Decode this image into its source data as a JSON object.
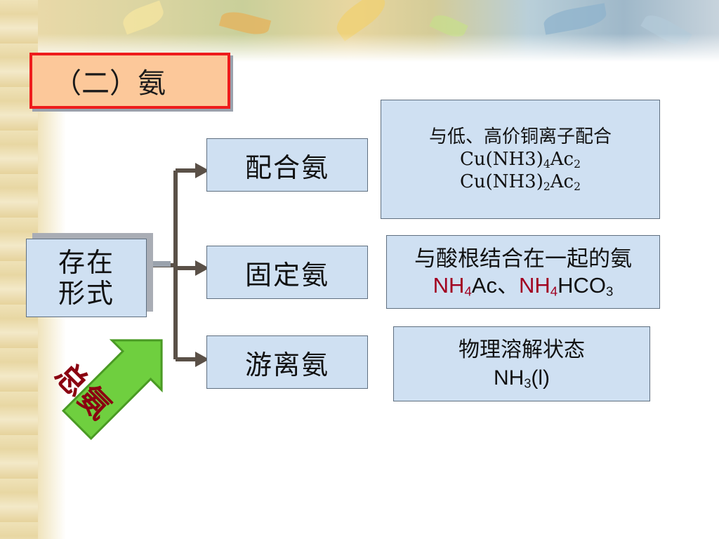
{
  "title": "（二）氨",
  "root": {
    "line1": "存在",
    "line2": "形式"
  },
  "badge": "总氨",
  "branches": [
    {
      "label": "配合氨"
    },
    {
      "label": "固定氨"
    },
    {
      "label": "游离氨"
    }
  ],
  "details": {
    "complex": {
      "line1": "与低、高价铜离子配合",
      "f1_a": "Cu(NH3)",
      "f1_s1": "4",
      "f1_b": "Ac",
      "f1_s2": "2",
      "f2_a": "Cu(NH3)",
      "f2_s1": "2",
      "f2_b": "Ac",
      "f2_s2": "2"
    },
    "fixed": {
      "line1": "与酸根结合在一起的氨",
      "a": "NH",
      "a_sub": "4",
      "b": "Ac、",
      "c": "NH",
      "c_sub": "4",
      "d": "HCO",
      "d_sub": "3"
    },
    "free": {
      "line1": "物理溶解状态",
      "a": "NH",
      "a_sub": "3",
      "b": "(l)"
    }
  },
  "colors": {
    "box_fill": "#cfe0f2",
    "title_fill": "#fcc89a",
    "title_border": "#ee1c1c",
    "connector": "#5a5047",
    "arrow_green": "#6fcf3f",
    "formula_red": "#a10020"
  }
}
